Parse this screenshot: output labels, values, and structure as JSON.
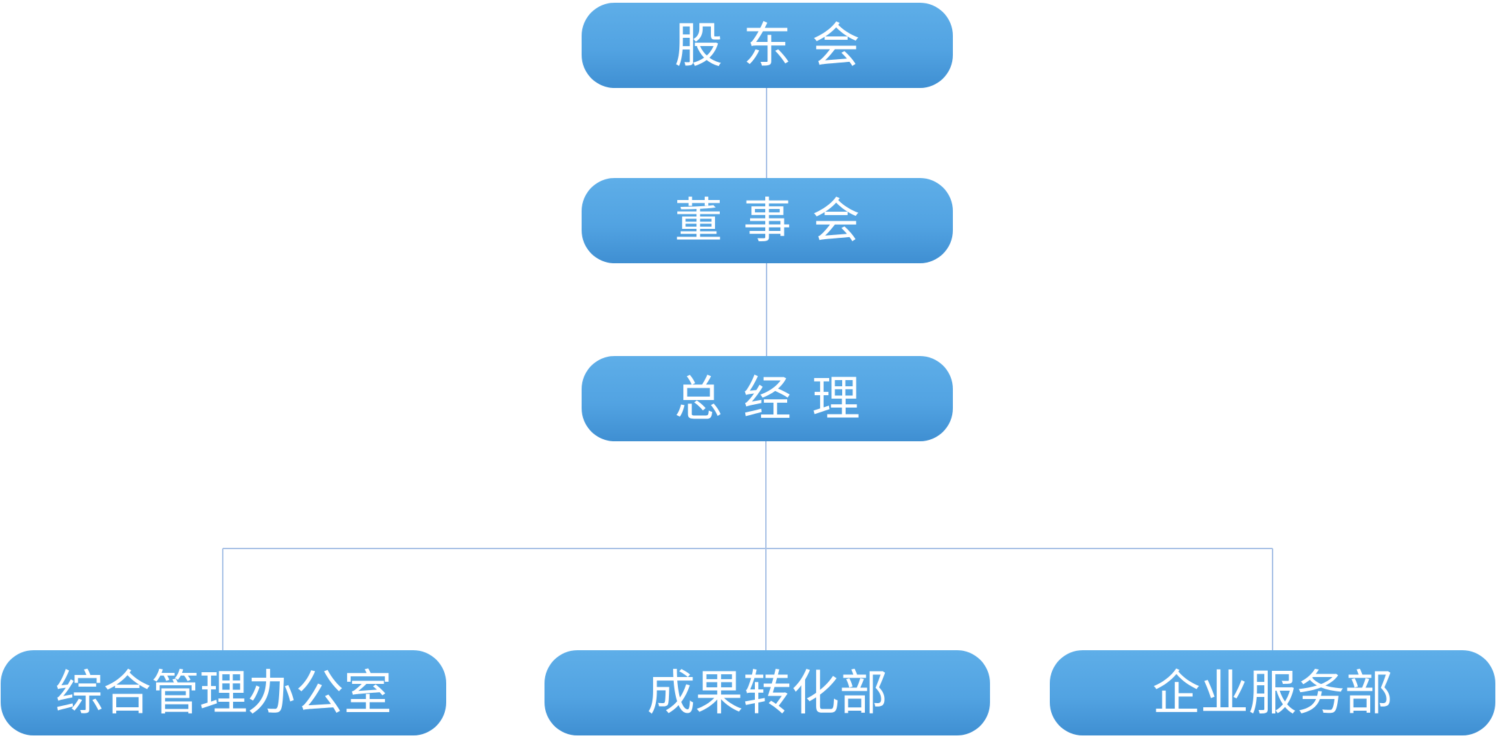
{
  "colors": {
    "node_top": "#5eaee8",
    "node_bottom": "#3f8fd2",
    "node_text": "#ffffff",
    "connector": "#a9c2e6",
    "background": "#ffffff"
  },
  "nodes": {
    "shareholders": "股东会",
    "board": "董事会",
    "general_manager": "总经理",
    "departments": [
      "综合管理办公室",
      "成果转化部",
      "企业服务部"
    ]
  }
}
